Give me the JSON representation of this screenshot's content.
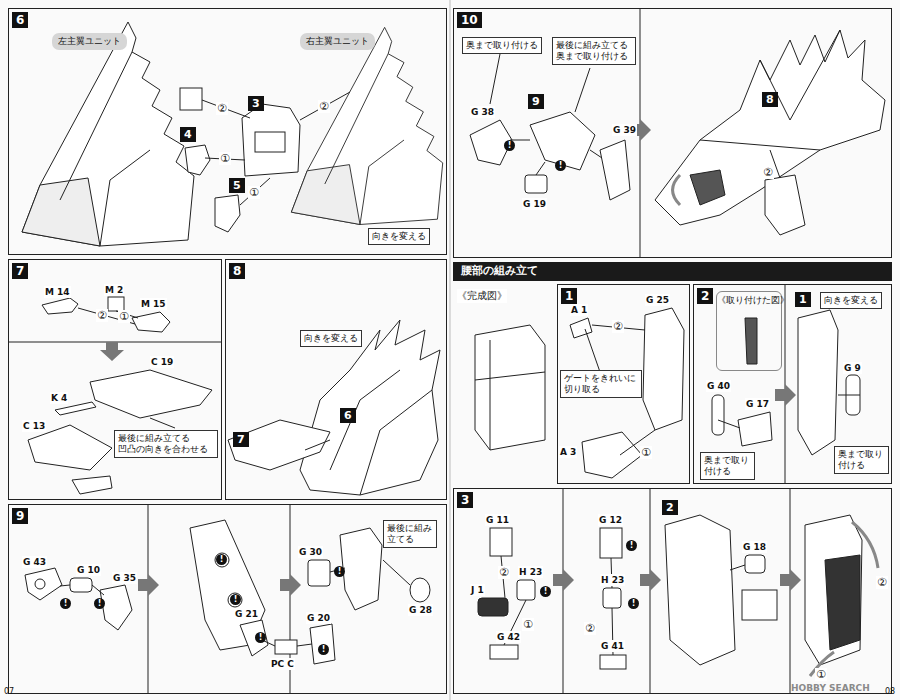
{
  "diagram": {
    "nodes": [
      {
        "text": [
          "6"
        ]
      },
      {
        "text": [
          "左主翼ユニット"
        ],
        "in": 0
      },
      {
        "text": [
          "右主翼ユニット"
        ],
        "in": 0
      },
      {
        "text": [
          "3"
        ],
        "in": 0
      },
      {
        "text": [
          "4"
        ],
        "in": 0
      },
      {
        "text": [
          "5"
        ],
        "in": 0
      },
      {
        "text": [
          "向きを変える"
        ],
        "in": 0
      },
      {
        "text": [
          "7"
        ]
      },
      {
        "text": [
          "最後に組み立てる 凹凸の向きを合わせる"
        ],
        "in": 7
      },
      {
        "text": [
          "8"
        ]
      },
      {
        "text": [
          "向きを変える"
        ],
        "in": 9
      },
      {
        "text": [
          "6"
        ],
        "in": 9
      },
      {
        "text": [
          "7"
        ],
        "in": 9
      },
      {
        "text": [
          "9"
        ]
      },
      {
        "text": [
          "最後に組み立てる"
        ],
        "in": 13
      },
      {
        "text": [
          "10"
        ]
      },
      {
        "text": [
          "奥まで取り付ける"
        ],
        "in": 15
      },
      {
        "text": [
          "最後に組み立てる 奥まで取り付ける"
        ],
        "in": 15
      },
      {
        "text": [
          "9"
        ],
        "in": 15
      },
      {
        "text": [
          "8"
        ],
        "in": 15
      },
      {
        "text": [
          "腰部の組み立て"
        ]
      },
      {
        "text": [
          "《完成図》"
        ]
      },
      {
        "text": [
          "1"
        ]
      },
      {
        "text": [
          "ゲートをきれいに切り取る"
        ],
        "in": 22
      },
      {
        "text": [
          "2"
        ]
      },
      {
        "text": [
          "《取り付けた図》"
        ],
        "in": 24
      },
      {
        "text": [
          "奥まで取り付ける"
        ],
        "in": 24
      },
      {
        "text": [
          "1"
        ],
        "in": 24
      },
      {
        "text": [
          "向きを変える"
        ],
        "in": 24
      },
      {
        "text": [
          "奥まで取り付ける"
        ],
        "in": 24
      },
      {
        "text": [
          "3"
        ]
      },
      {
        "text": [
          "2"
        ],
        "in": 30
      }
    ],
    "labels": [
      "②",
      "②",
      "①",
      "①",
      "M 14",
      "M 2",
      "M 15",
      "②",
      "①",
      "C 19",
      "K 4",
      "C 13",
      "G 43",
      "!",
      "G 10",
      "!",
      "G 35",
      "!",
      "!",
      "G 30",
      "!",
      "G 28",
      "G 21",
      "!",
      "PC C",
      "G 20",
      "!",
      "G 38",
      "!",
      "G 19",
      "!",
      "G 39",
      "②",
      "A 1",
      "G 25",
      "②",
      "①",
      "A 3",
      "G 40",
      "G 17",
      "G 9",
      "G 11",
      "②",
      "J 1",
      "H 23",
      "!",
      "①",
      "G 42",
      "G 12",
      "!",
      "H 23",
      "②",
      "!",
      "G 41",
      "G 18",
      "②",
      "①",
      "07",
      "08",
      "HOBBY SEARCH"
    ]
  }
}
